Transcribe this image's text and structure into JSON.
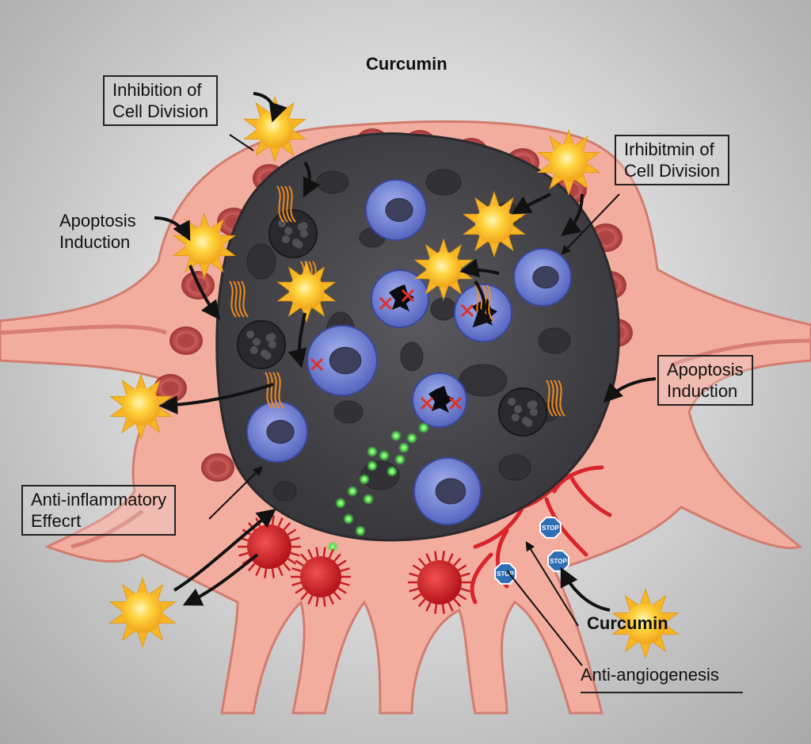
{
  "diagram": {
    "title": "Curcumin",
    "labels": {
      "inhibition_left": [
        "Inhibition of",
        "Cell Division"
      ],
      "inhibition_right": [
        "Irhibitmin of",
        "Cell Division"
      ],
      "apoptosis_left": [
        "Apoptosis",
        "Induction"
      ],
      "apoptosis_right": [
        "Apoptosis",
        "Induction"
      ],
      "anti_inflammatory": [
        "Anti-inflammatory",
        "Effecrt"
      ],
      "curcumin_bottom": "Curcumin",
      "anti_angiogenesis": "Anti-angiogenesis"
    },
    "stop_sign_text": "STOP",
    "colors": {
      "tumor": "#4a4a4e",
      "tissue": "#f0a89a",
      "blood_vessel": "#d8242a",
      "curcumin": "#f6c230",
      "cancer_cell": "#6f7fd0",
      "virus": "#d4242a",
      "green_particles": "#4ce04c",
      "stop_sign": "#2f6db5"
    }
  }
}
